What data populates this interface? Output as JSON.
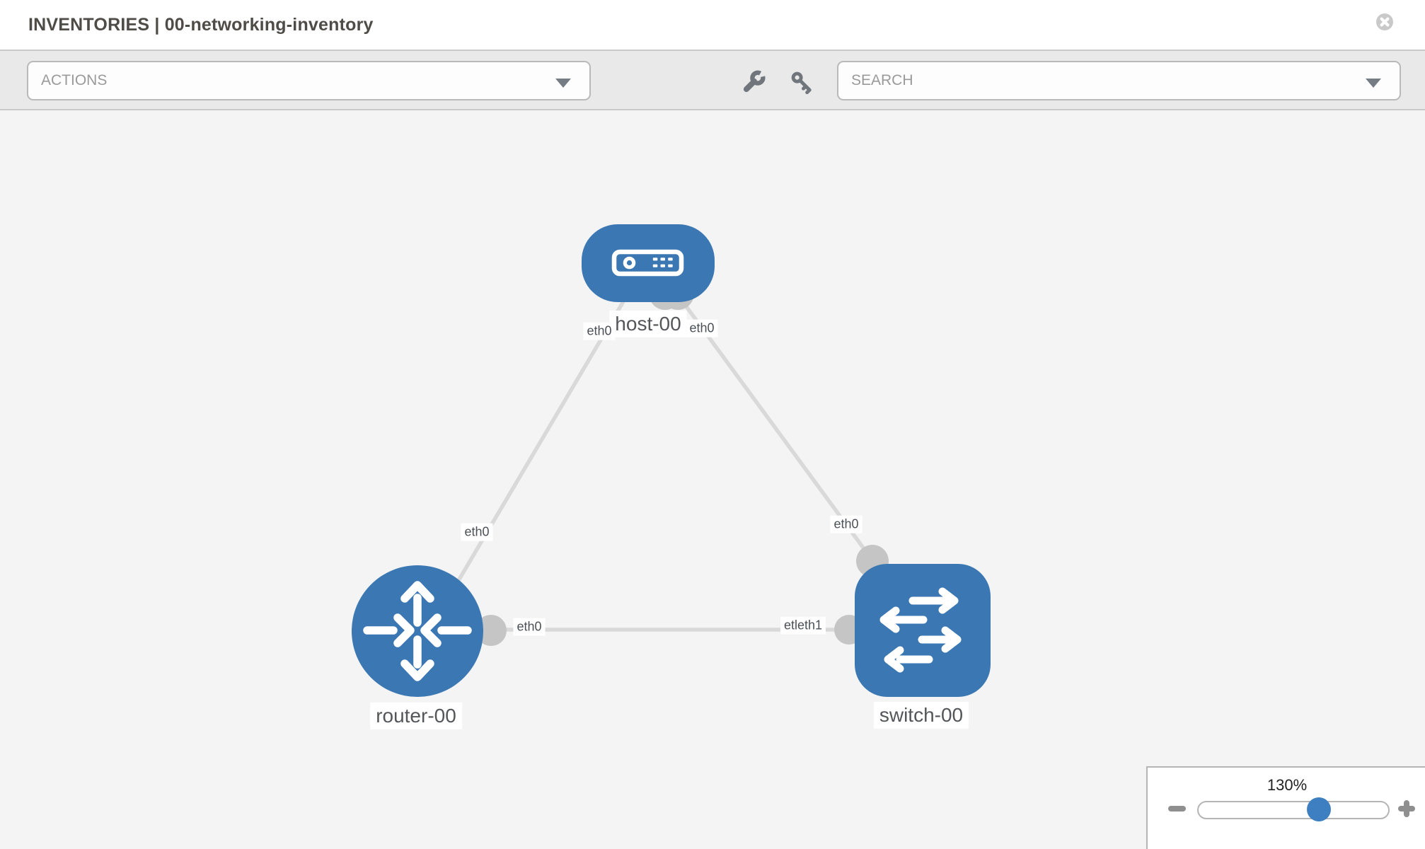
{
  "header": {
    "title": "INVENTORIES | 00-networking-inventory",
    "close_icon": "close-circle"
  },
  "toolbar": {
    "actions_dropdown": {
      "value": "ACTIONS"
    },
    "search_dropdown": {
      "value": "SEARCH"
    },
    "tool_icons": [
      "wrench",
      "key"
    ]
  },
  "canvas": {
    "nodes": [
      {
        "id": "host-00",
        "label": "host-00",
        "kind": "host",
        "icon": "server-icon"
      },
      {
        "id": "router-00",
        "label": "router-00",
        "kind": "router",
        "icon": "router-arrows-icon"
      },
      {
        "id": "switch-00",
        "label": "switch-00",
        "kind": "switch",
        "icon": "switch-arrows-icon"
      }
    ],
    "links": [
      {
        "from": "host-00",
        "to": "router-00"
      },
      {
        "from": "host-00",
        "to": "switch-00"
      },
      {
        "from": "router-00",
        "to": "switch-00"
      }
    ],
    "interface_labels": [
      {
        "id": "host-left",
        "text": "eth0"
      },
      {
        "id": "host-right",
        "text": "eth0"
      },
      {
        "id": "router-mid",
        "text": "eth0"
      },
      {
        "id": "switch-mid",
        "text": "eth0"
      },
      {
        "id": "router-right",
        "text": "eth0"
      },
      {
        "id": "switch-left-overlapped",
        "text": "etleth1"
      }
    ]
  },
  "zoom_panel": {
    "level": "130%",
    "minus_icon": "minus",
    "plus_icon": "plus"
  },
  "colors": {
    "node_blue": "#3b77b2",
    "handle_blue": "#3e7fc1",
    "link_gray": "#d9d9d9",
    "connector_gray": "#c5c5c5",
    "toolbar_gray": "#e9e9e9",
    "canvas_gray": "#f4f4f5"
  }
}
